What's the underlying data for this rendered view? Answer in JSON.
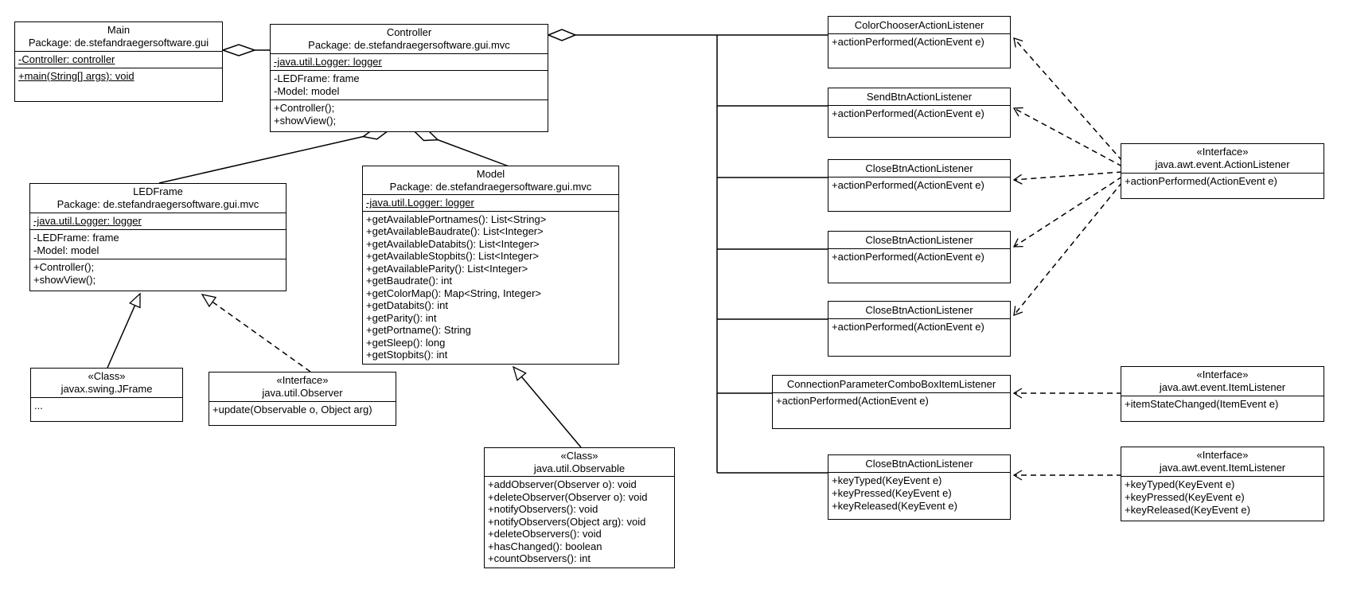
{
  "colors": {
    "stroke": "#000000",
    "fill": "#ffffff",
    "background": "#ffffff"
  },
  "boxes": {
    "main": {
      "title": "Main",
      "package": "Package: de.stefandraegersoftware.gui",
      "attributes": [
        "-Controller: controller"
      ],
      "methods": [
        "+main(String[] args): void"
      ]
    },
    "controller": {
      "title": "Controller",
      "package": "Package: de.stefandraegersoftware.gui.mvc",
      "statics": [
        "-java.util.Logger: logger"
      ],
      "attributes": [
        "-LEDFrame: frame",
        "-Model: model"
      ],
      "methods": [
        "+Controller();",
        "+showView();"
      ]
    },
    "ledframe": {
      "title": "LEDFrame",
      "package": "Package: de.stefandraegersoftware.gui.mvc",
      "statics": [
        "-java.util.Logger: logger"
      ],
      "attributes": [
        "-LEDFrame: frame",
        "-Model: model"
      ],
      "methods": [
        "+Controller();",
        "+showView();"
      ]
    },
    "model": {
      "title": "Model",
      "package": "Package: de.stefandraegersoftware.gui.mvc",
      "statics": [
        "-java.util.Logger: logger"
      ],
      "methods": [
        "+getAvailablePortnames(): List<String>",
        "+getAvailableBaudrate(): List<Integer>",
        "+getAvailableDatabits(): List<Integer>",
        "+getAvailableStopbits(): List<Integer>",
        "+getAvailableParity(): List<Integer>",
        "+getBaudrate(): int",
        "+getColorMap(): Map<String, Integer>",
        "+getDatabits(): int",
        "+getParity(): int",
        "+getPortname(): String",
        "+getSleep(): long",
        "+getStopbits(): int"
      ]
    },
    "jframe": {
      "stereotype": "«Class»",
      "title": "javax.swing.JFrame",
      "methods": [
        "..."
      ]
    },
    "observer": {
      "stereotype": "«Interface»",
      "title": "java.util.Observer",
      "methods": [
        "+update(Observable o, Object arg)"
      ]
    },
    "observable": {
      "stereotype": "«Class»",
      "title": "java.util.Observable",
      "methods": [
        "+addObserver(Observer o): void",
        "+deleteObserver(Observer o): void",
        "+notifyObservers(): void",
        "+notifyObservers(Object arg): void",
        "+deleteObservers(): void",
        "+hasChanged(): boolean",
        "+countObservers(): int"
      ]
    },
    "colorchooser": {
      "title": "ColorChooserActionListener",
      "methods": [
        "+actionPerformed(ActionEvent e)"
      ]
    },
    "sendbtn": {
      "title": "SendBtnActionListener",
      "methods": [
        "+actionPerformed(ActionEvent e)"
      ]
    },
    "closebtn1": {
      "title": "CloseBtnActionListener",
      "methods": [
        "+actionPerformed(ActionEvent e)"
      ]
    },
    "closebtn2": {
      "title": "CloseBtnActionListener",
      "methods": [
        "+actionPerformed(ActionEvent e)"
      ]
    },
    "closebtn3": {
      "title": "CloseBtnActionListener",
      "methods": [
        "+actionPerformed(ActionEvent e)"
      ]
    },
    "connparam": {
      "title": "ConnectionParameterComboBoxItemListener",
      "methods": [
        "+actionPerformed(ActionEvent e)"
      ]
    },
    "closebtnkeys": {
      "title": "CloseBtnActionListener",
      "methods": [
        "+keyTyped(KeyEvent e)",
        "+keyPressed(KeyEvent e)",
        "+keyReleased(KeyEvent e)"
      ]
    },
    "actionlistener_if": {
      "stereotype": "«Interface»",
      "title": "java.awt.event.ActionListener",
      "methods": [
        "+actionPerformed(ActionEvent e)"
      ]
    },
    "itemlistener_if": {
      "stereotype": "«Interface»",
      "title": "java.awt.event.ItemListener",
      "methods": [
        "+itemStateChanged(ItemEvent e)"
      ]
    },
    "itemlistener2_if": {
      "stereotype": "«Interface»",
      "title": "java.awt.event.ItemListener",
      "methods": [
        "+keyTyped(KeyEvent e)",
        "+keyPressed(KeyEvent e)",
        "+keyReleased(KeyEvent e)"
      ]
    }
  }
}
